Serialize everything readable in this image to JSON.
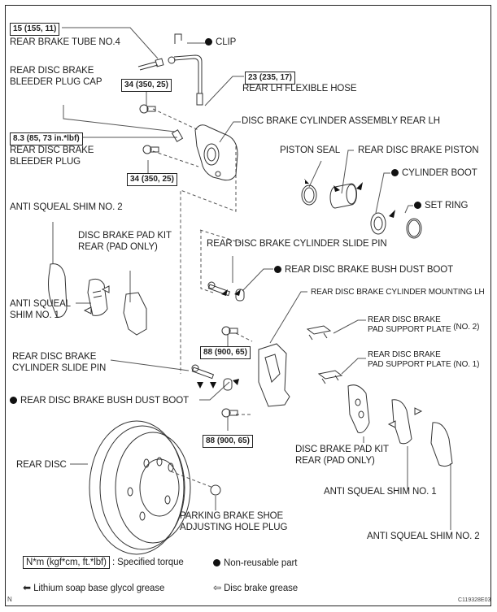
{
  "diagram": {
    "title": "Rear disc brake components (LH)",
    "labels": {
      "rear_brake_tube": "REAR BRAKE TUBE NO.4",
      "clip": "CLIP",
      "bleeder_plug_cap_1": "REAR DISC BRAKE",
      "bleeder_plug_cap_2": "BLEEDER PLUG CAP",
      "flexible_hose": "REAR LH FLEXIBLE HOSE",
      "cylinder_assembly": "DISC BRAKE CYLINDER ASSEMBLY REAR LH",
      "bleeder_plug_1": "REAR DISC BRAKE",
      "bleeder_plug_2": "BLEEDER PLUG",
      "piston_seal": "PISTON SEAL",
      "piston": "REAR DISC BRAKE PISTON",
      "cylinder_boot": "CYLINDER BOOT",
      "set_ring": "SET RING",
      "shim2_left": "ANTI SQUEAL SHIM NO. 2",
      "pad_kit_left_1": "DISC BRAKE PAD KIT",
      "pad_kit_left_2": "REAR (PAD ONLY)",
      "slide_pin_upper": "REAR DISC BRAKE CYLINDER SLIDE PIN",
      "bush_dust_boot_upper": "REAR DISC BRAKE BUSH DUST BOOT",
      "shim1_left_1": "ANTI SQUEAL",
      "shim1_left_2": "SHIM NO. 1",
      "cylinder_mounting": "REAR DISC BRAKE CYLINDER MOUNTING LH",
      "support_plate2_1": "REAR DISC BRAKE",
      "support_plate2_2": "PAD SUPPORT PLATE",
      "support_plate2_3": "(NO. 2)",
      "support_plate1_1": "REAR DISC BRAKE",
      "support_plate1_2": "PAD SUPPORT PLATE (NO. 1)",
      "slide_pin_lower_1": "REAR DISC BRAKE",
      "slide_pin_lower_2": "CYLINDER SLIDE PIN",
      "bush_dust_boot_lower": "REAR DISC BRAKE BUSH DUST BOOT",
      "pad_kit_right_1": "DISC BRAKE PAD KIT",
      "pad_kit_right_2": "REAR (PAD ONLY)",
      "rear_disc": "REAR DISC",
      "hole_plug_1": "PARKING BRAKE SHOE",
      "hole_plug_2": "ADJUSTING HOLE PLUG",
      "shim1_right": "ANTI SQUEAL SHIM NO. 1",
      "shim2_right": "ANTI SQUEAL SHIM NO. 2"
    },
    "torques": {
      "brake_tube": "15 (155, 11)",
      "flexible_hose": "23 (235, 17)",
      "cylinder_bolt_upper": "34 (350, 25)",
      "bleeder_plug": "8.3 (85, 73 in.*lbf)",
      "cylinder_bolt_lower": "34 (350, 25)",
      "mounting_bolt_upper": "88 (900, 65)",
      "mounting_bolt_lower": "88 (900, 65)"
    },
    "legend": {
      "torque_unit": "N*m (kgf*cm, ft.*lbf)",
      "torque_desc": ": Specified torque",
      "non_reusable": "Non-reusable part",
      "lithium_grease": "Lithium soap base glycol grease",
      "disc_grease": "Disc brake grease"
    },
    "footer": {
      "orientation_mark": "N",
      "figure_code": "C119328E03"
    }
  }
}
